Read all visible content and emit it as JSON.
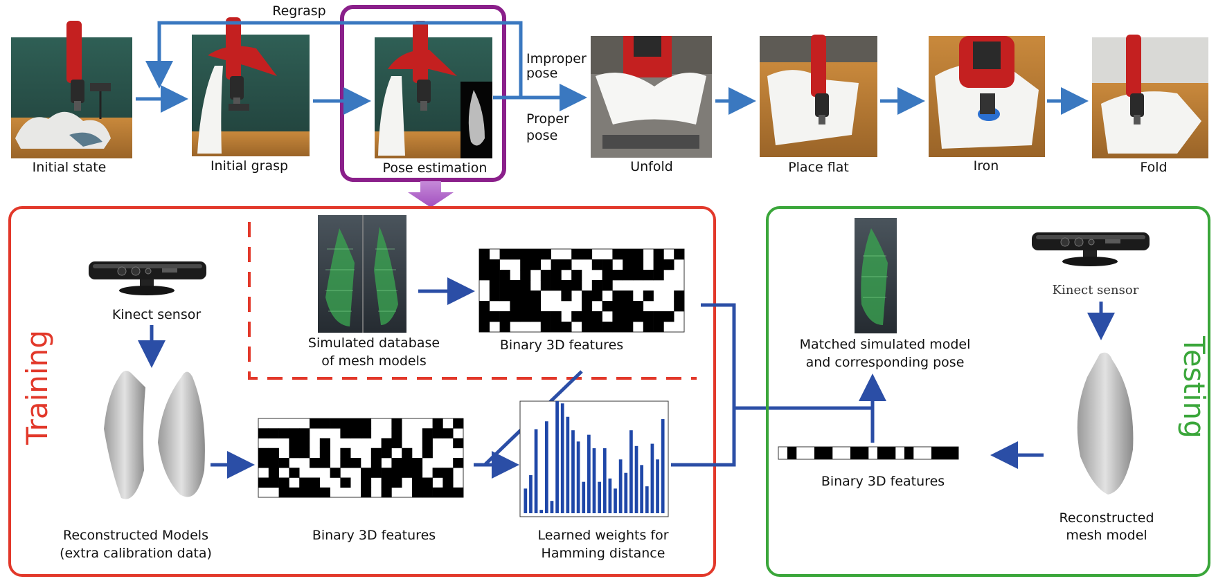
{
  "pipeline": {
    "stages": [
      {
        "label": "Initial state"
      },
      {
        "label": "Initial grasp"
      },
      {
        "label": "Pose estimation"
      },
      {
        "label": "Unfold"
      },
      {
        "label": "Place flat"
      },
      {
        "label": "Iron"
      },
      {
        "label": "Fold"
      }
    ],
    "regrasp_label": "Regrasp",
    "improper_label": [
      "Improper",
      "pose"
    ],
    "proper_label": [
      "Proper",
      "pose"
    ]
  },
  "training": {
    "title": "Training",
    "kinect_label": "Kinect sensor",
    "sim_db_label": [
      "Simulated database",
      "of mesh models"
    ],
    "binary_top_label": "Binary 3D features",
    "recon_label": [
      "Reconstructed Models",
      "(extra calibration data)"
    ],
    "binary_bottom_label": "Binary 3D features",
    "weights_label": [
      "Learned weights for",
      "Hamming distance"
    ]
  },
  "testing": {
    "title": "Testing",
    "kinect_label": "Kinect sensor",
    "matched_label": [
      "Matched simulated model",
      "and corresponding pose"
    ],
    "binary_label": "Binary 3D features",
    "recon_label": [
      "Reconstructed",
      "mesh model"
    ]
  },
  "colors": {
    "arrow_light": "#3a78c0",
    "arrow_dark": "#2b4ea6",
    "training": "#e2382a",
    "testing": "#3aa63a",
    "pose_box": "#8a1f8a",
    "bars": "#1f47a8"
  },
  "chart_data": {
    "type": "bar",
    "title": "",
    "values": [
      22,
      34,
      75,
      3,
      82,
      11,
      100,
      98,
      86,
      74,
      64,
      28,
      70,
      58,
      28,
      58,
      31,
      22,
      48,
      36,
      74,
      60,
      43,
      24,
      62,
      48,
      84
    ]
  }
}
